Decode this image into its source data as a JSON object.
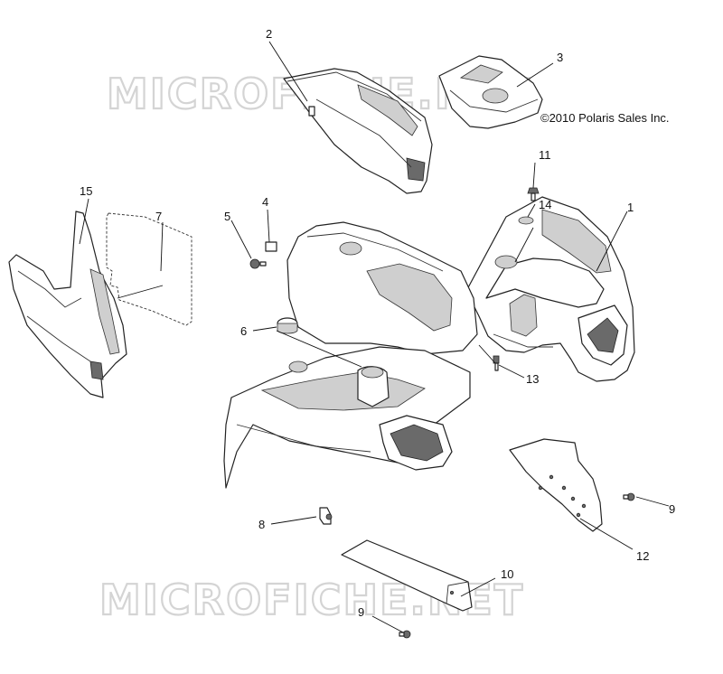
{
  "watermark": "MICROFICHE.NET",
  "copyright": "©2010 Polaris Sales Inc.",
  "callouts": {
    "c1": "1",
    "c2": "2",
    "c3": "3",
    "c4": "4",
    "c5": "5",
    "c6": "6",
    "c7": "7",
    "c8": "8",
    "c9a": "9",
    "c9b": "9",
    "c10": "10",
    "c11": "11",
    "c12": "12",
    "c13": "13",
    "c14": "14",
    "c15": "15"
  },
  "colors": {
    "line": "#222222",
    "shade": "#cfcfcf",
    "watermark": "#d4d4d4"
  }
}
